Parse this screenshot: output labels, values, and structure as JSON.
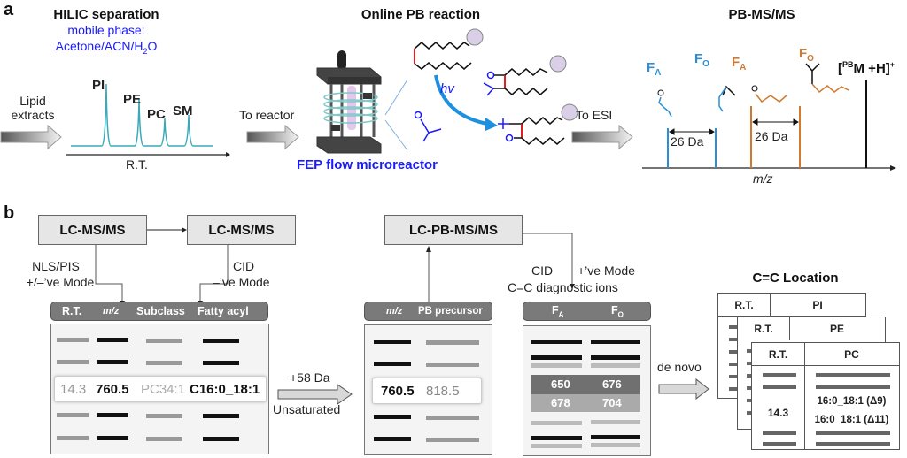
{
  "panel_a": {
    "label": "a",
    "hilic": {
      "title": "HILIC separation",
      "mobile_phase_line1": "mobile phase:",
      "mobile_phase_line2": "Acetone/ACN/H",
      "mobile_phase_sub": "2",
      "mobile_phase_end": "O",
      "input_label_line1": "Lipid",
      "input_label_line2": "extracts",
      "peaks": [
        {
          "label": "PI",
          "relative_height": 1.0
        },
        {
          "label": "PE",
          "relative_height": 0.75
        },
        {
          "label": "PC",
          "relative_height": 0.45
        },
        {
          "label": "SM",
          "relative_height": 0.5
        }
      ],
      "x_axis_label": "R.T.",
      "trace_color": "#3aa9b8"
    },
    "reaction": {
      "title": "Online PB reaction",
      "arrow_in_label": "To reactor",
      "reactor_caption": "FEP flow microreactor",
      "light_label": "hv",
      "reagent_color": "#1a1aff",
      "arrow_color": "#1e90e0",
      "double_bond_color": "#e02020",
      "headgroup_color": "#d9cfe6"
    },
    "ms": {
      "title": "PB-MS/MS",
      "arrow_in_label": "To ESI",
      "fragments": [
        {
          "label": "F",
          "sub": "A",
          "color": "#2a8fd6"
        },
        {
          "label": "F",
          "sub": "O",
          "color": "#2a8fd6"
        },
        {
          "label": "F",
          "sub": "A",
          "color": "#d07a30"
        },
        {
          "label": "F",
          "sub": "O",
          "color": "#d07a30"
        }
      ],
      "gap_labels": [
        "26 Da",
        "26 Da"
      ],
      "precursor_label_pre": "[",
      "precursor_sup": "PB",
      "precursor_label_main": "M +H]",
      "precursor_charge": "+",
      "x_axis_label": "m/z",
      "blue": "#2a8fd6",
      "orange": "#d07a30"
    }
  },
  "panel_b": {
    "label": "b",
    "box1": "LC-MS/MS",
    "box2": "LC-MS/MS",
    "box3": "LC-PB-MS/MS",
    "step1_line1": "NLS/PIS",
    "step1_line2": "+/–’ve Mode",
    "step2_line1": "CID",
    "step2_line2": "–’ve Mode",
    "step3_line1": "CID",
    "step3_mode": "+’ve Mode",
    "step3_line2": "C=C diagnostic ions",
    "table1": {
      "headers": [
        "R.T.",
        "m/z",
        "Subclass",
        "Fatty acyl"
      ],
      "highlight_row": [
        "14.3",
        "760.5",
        "PC34:1",
        "C16:0_18:1"
      ]
    },
    "arrow1_top": "+58 Da",
    "arrow1_bottom": "Unsaturated",
    "table2": {
      "headers": [
        "m/z",
        "PB precursor"
      ],
      "highlight_row": [
        "760.5",
        "818.5"
      ]
    },
    "table3": {
      "headers": [
        {
          "main": "F",
          "sub": "A"
        },
        {
          "main": "F",
          "sub": "O"
        }
      ],
      "row_dark": [
        "650",
        "676"
      ],
      "row_light": [
        "678",
        "704"
      ]
    },
    "arrow2_label": "de novo",
    "location": {
      "title": "C=C Location",
      "cards": [
        {
          "rt_header": "R.T.",
          "class_header": "PI"
        },
        {
          "rt_header": "R.T.",
          "class_header": "PE"
        },
        {
          "rt_header": "R.T.",
          "class_header": "PC"
        }
      ],
      "rt_value": "14.3",
      "entries": [
        "16:0_18:1 (Δ9)",
        "16:0_18:1 (Δ11)"
      ]
    }
  }
}
